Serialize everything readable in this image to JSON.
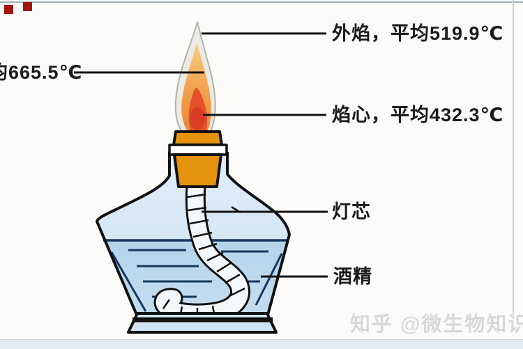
{
  "diagram": {
    "labels": {
      "outer_flame": "外焰，平均519.9℃",
      "inner_flame_partial": "均665.5℃",
      "flame_core": "焰心，平均432.3℃",
      "wick": "灯芯",
      "alcohol": "酒精"
    },
    "icons": {
      "flame": "flame-icon",
      "lamp": "alcohol-lamp-drawing"
    },
    "colors": {
      "cap_orange": "#e5920e",
      "flame_mid_orange": "#ec8a38",
      "flame_core_red": "#d83a22",
      "glass_interior_blue": "#d6e8f6",
      "liquid_blue": "#b7d6eb",
      "line_navy": "#16365c",
      "outline_black": "#111111",
      "label_black": "#1b1b1b",
      "watermark_gray": "#d8d8d6",
      "red_marker": "#a2150f"
    }
  },
  "watermark": "知乎 @微生物知识库"
}
